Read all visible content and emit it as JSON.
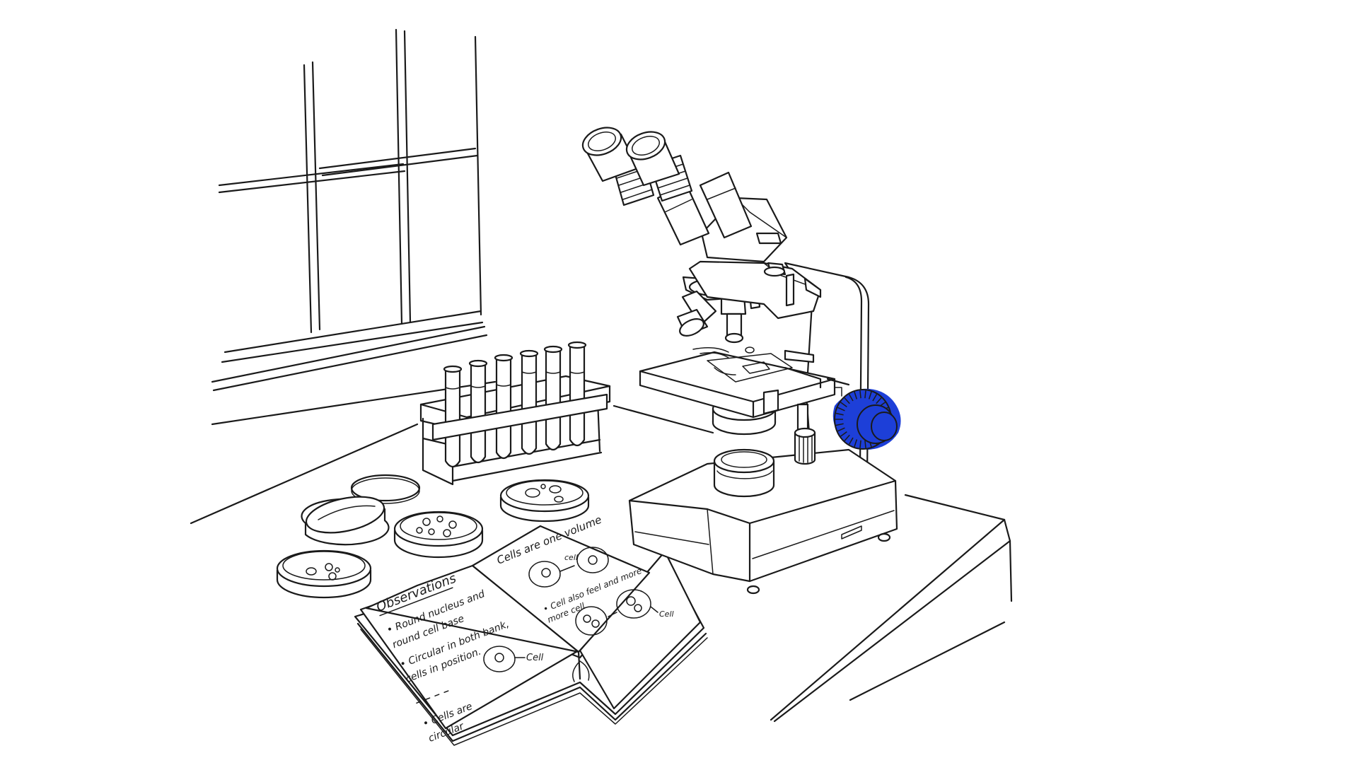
{
  "accent_color": "#1d3fd8",
  "line_color": "#1a1a1a",
  "notebook": {
    "left_page": {
      "heading": "Observations",
      "items": [
        "• Round nucleus and",
        "  round cell base",
        "• Circular in both bank,",
        "  cells in position.",
        "• Cells are",
        "  circular"
      ],
      "cell_label": "Cell"
    },
    "right_page": {
      "heading": "Cells are one volume",
      "note_a": "cell",
      "note_b": "• Cell also feel and more",
      "note_c": "  more cell",
      "cell_label": "Cell"
    }
  }
}
